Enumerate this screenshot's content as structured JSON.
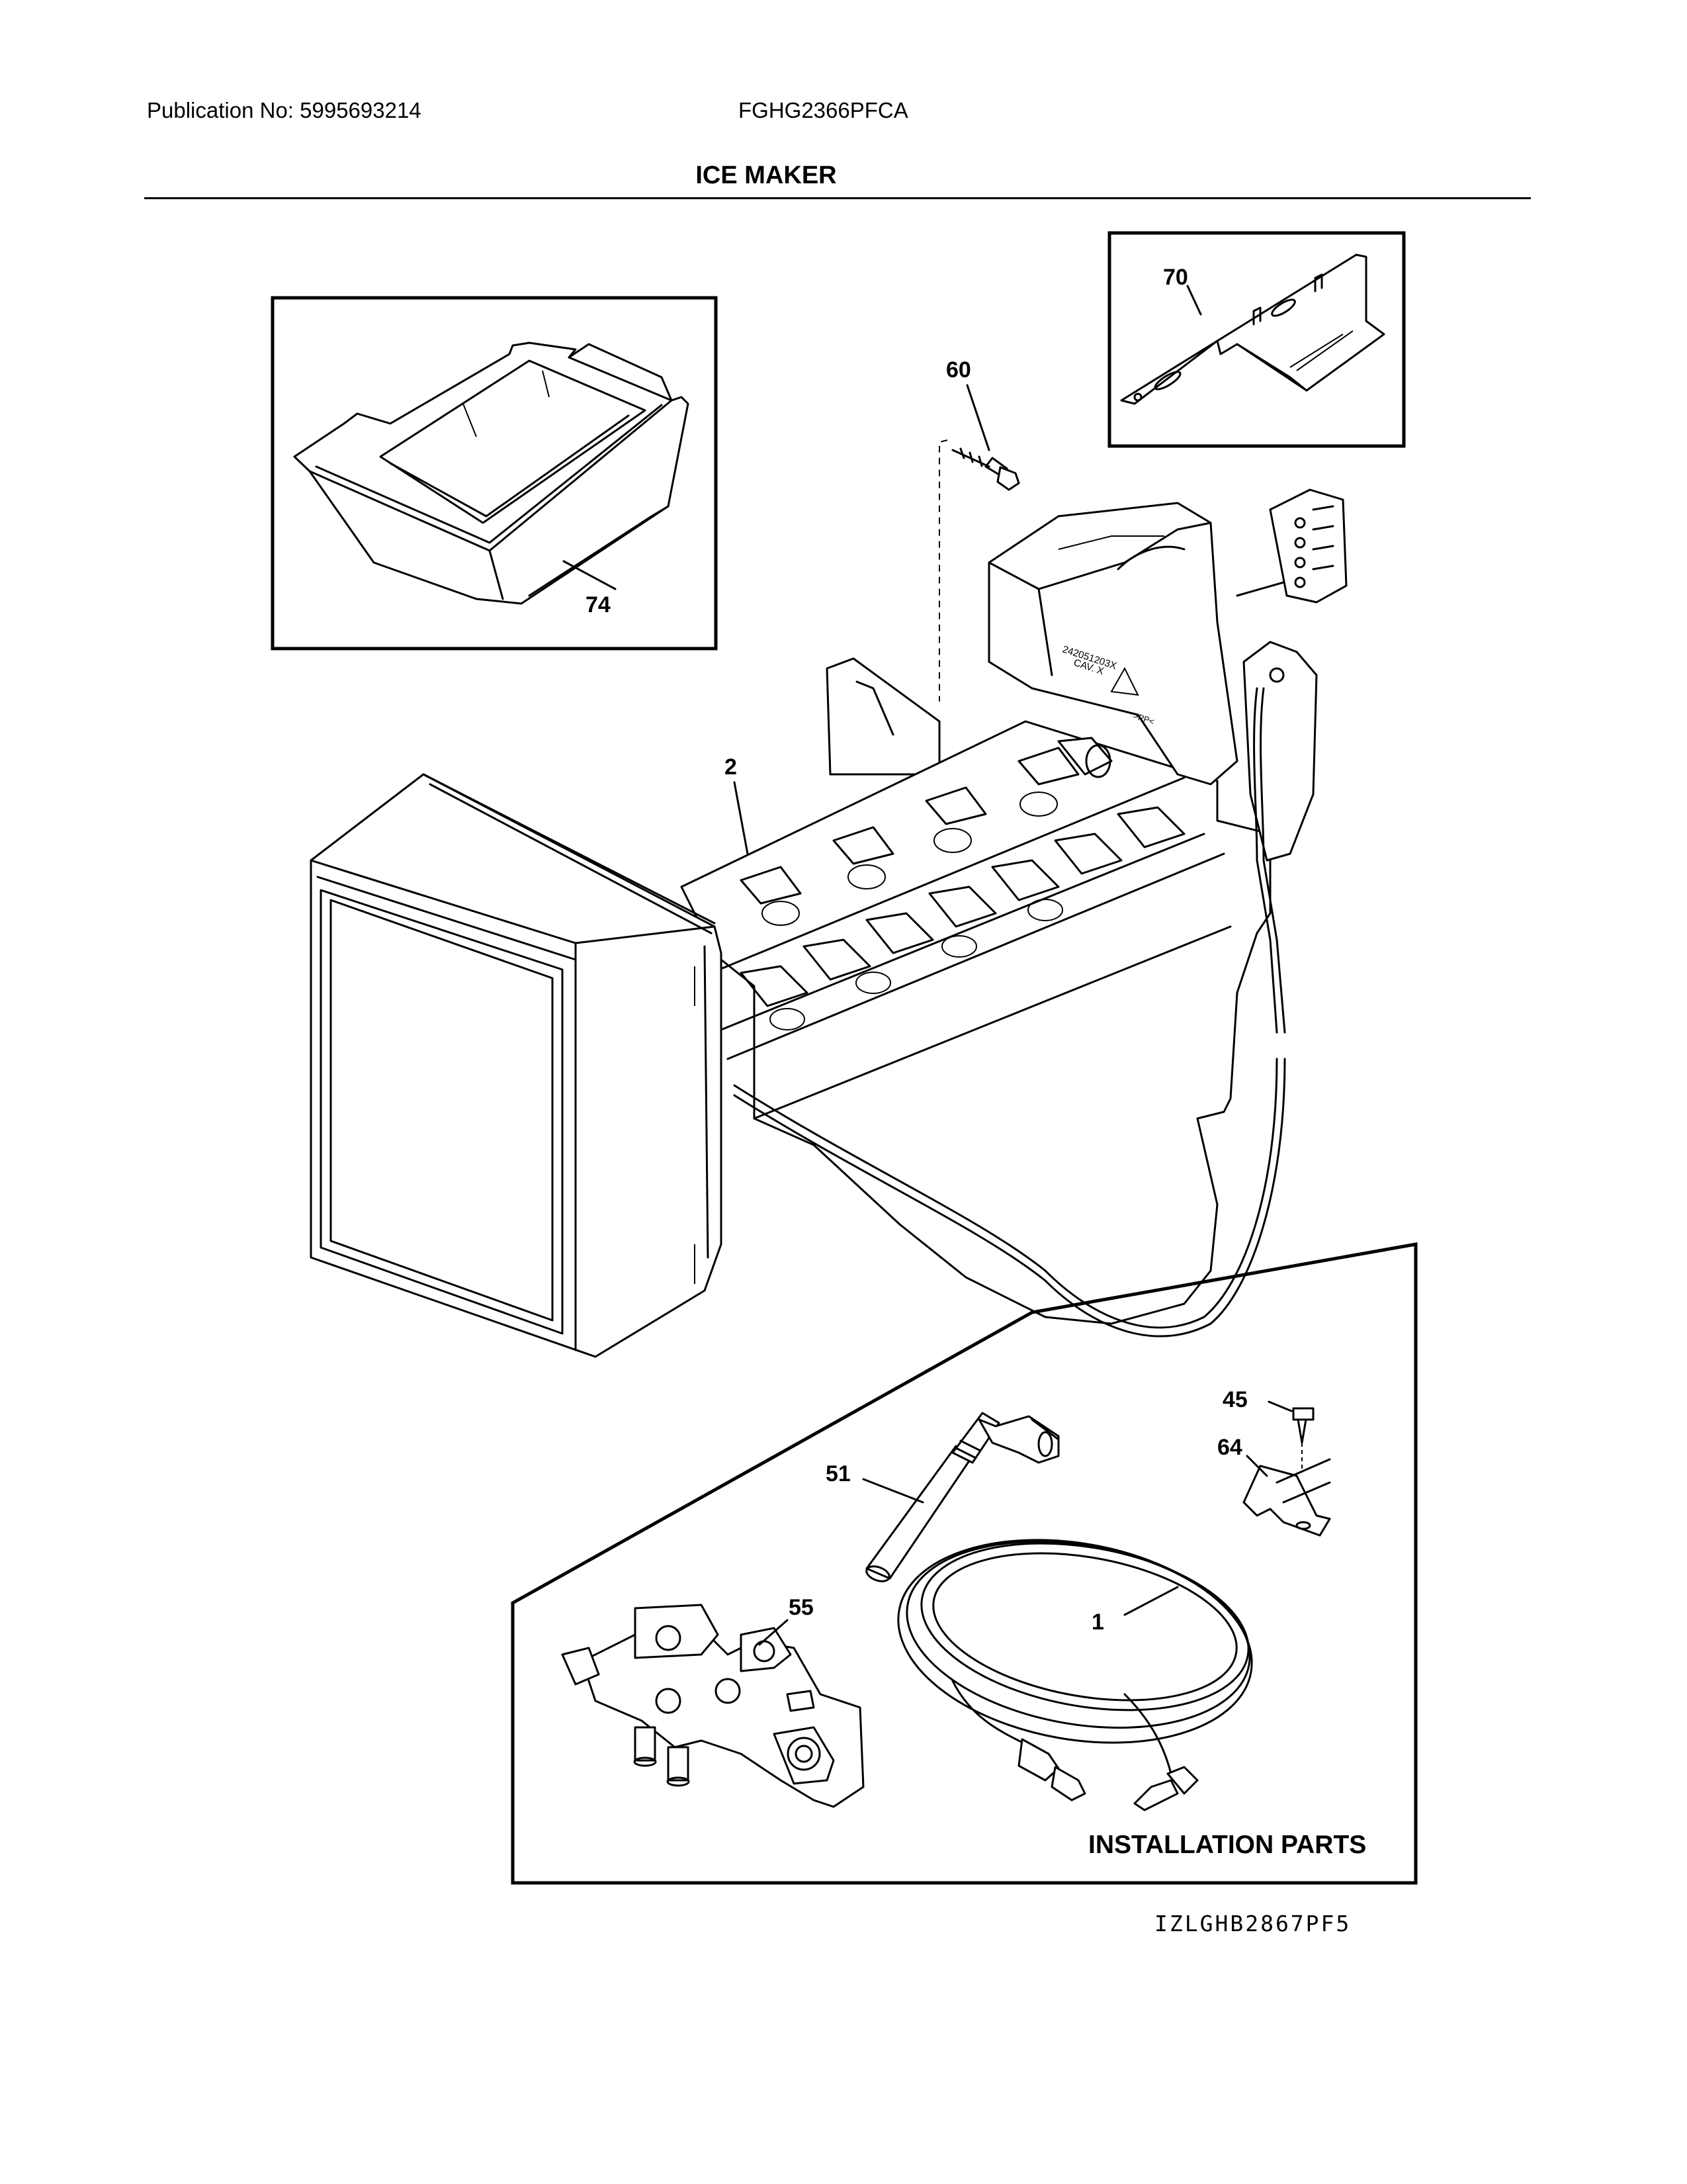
{
  "header": {
    "publication": "Publication No: 5995693214",
    "model": "FGHG2366PFCA",
    "section_title": "ICE MAKER"
  },
  "callouts": {
    "ice_maker": "2",
    "screw": "60",
    "bracket": "70",
    "ice_bucket": "74",
    "water_tube": "1",
    "screw_small": "45",
    "clamp": "64",
    "fill_tube": "51",
    "water_valve": "55"
  },
  "installation_parts_label": "INSTALLATION PARTS",
  "diagram_code": "IZLGHB2867PF5",
  "molded_text": {
    "line1": "242051203X",
    "line2": "CAV. X",
    "recycle": ">PP<"
  }
}
